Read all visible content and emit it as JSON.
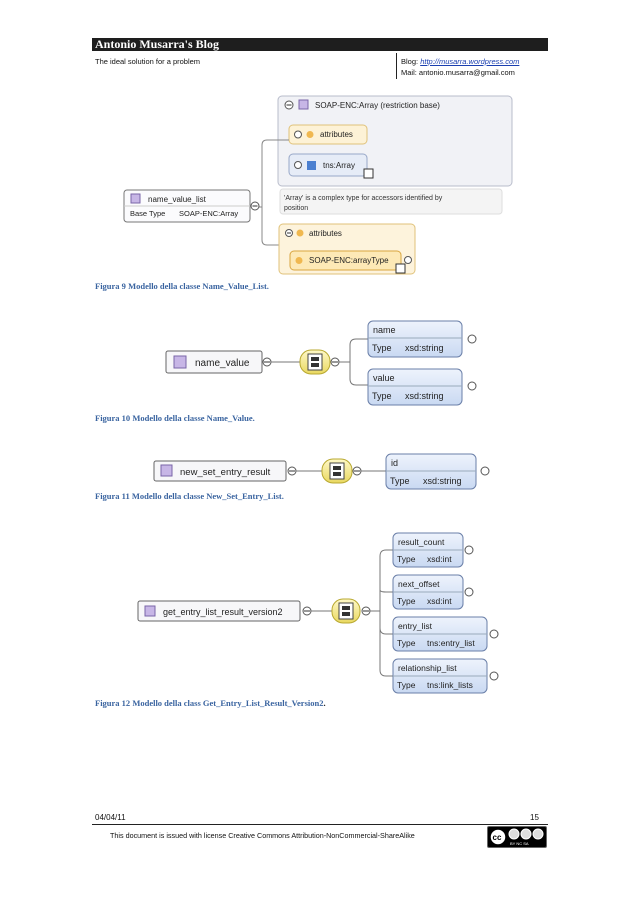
{
  "header": {
    "title": "Antonio Musarra's Blog",
    "tagline": "The ideal solution for a problem",
    "blog_label": "Blog: ",
    "blog_url": "http://musarra.wordpress.com",
    "mail": "Mail: antonio.musarra@gmail.com"
  },
  "figure9": {
    "restriction": "SOAP-ENC:Array (restriction base)",
    "attributes": "attributes",
    "tns_array": "tns:Array",
    "element": "name_value_list",
    "base_type_label": "Base Type",
    "base_type": "SOAP-ENC:Array",
    "doc_line1": "'Array' is a complex type for accessors identified by",
    "doc_line2": "position",
    "attributes2": "attributes",
    "array_type": "SOAP-ENC:arrayType",
    "caption_prefix": "Figura 9 ",
    "caption_text": "Modello della classe Name_Value_List."
  },
  "figure10": {
    "element": "name_value",
    "children": [
      {
        "name": "name",
        "type_label": "Type",
        "type": "xsd:string"
      },
      {
        "name": "value",
        "type_label": "Type",
        "type": "xsd:string"
      }
    ],
    "caption_prefix": "Figura 10 ",
    "caption_text": "Modello della classe Name_Value."
  },
  "figure11": {
    "element": "new_set_entry_result",
    "children": [
      {
        "name": "id",
        "type_label": "Type",
        "type": "xsd:string"
      }
    ],
    "caption_prefix": "Figura 11 ",
    "caption_text": "Modello della classe New_Set_Entry_List."
  },
  "figure12": {
    "element": "get_entry_list_result_version2",
    "children": [
      {
        "name": "result_count",
        "type_label": "Type",
        "type": "xsd:int"
      },
      {
        "name": "next_offset",
        "type_label": "Type",
        "type": "xsd:int"
      },
      {
        "name": "entry_list",
        "type_label": "Type",
        "type": "tns:entry_list"
      },
      {
        "name": "relationship_list",
        "type_label": "Type",
        "type": "tns:link_lists"
      }
    ],
    "caption_prefix": "Figura 12 ",
    "caption_text": "Modello della class Get_Entry_List_Result_Version2",
    "caption_end": "."
  },
  "footer": {
    "date": "04/04/11",
    "page": "15",
    "license": "This document is issued with license Creative Commons Attribution-NonCommercial-ShareAlike",
    "cc_text": "cc",
    "cc_terms": "BY  NC  SA"
  }
}
